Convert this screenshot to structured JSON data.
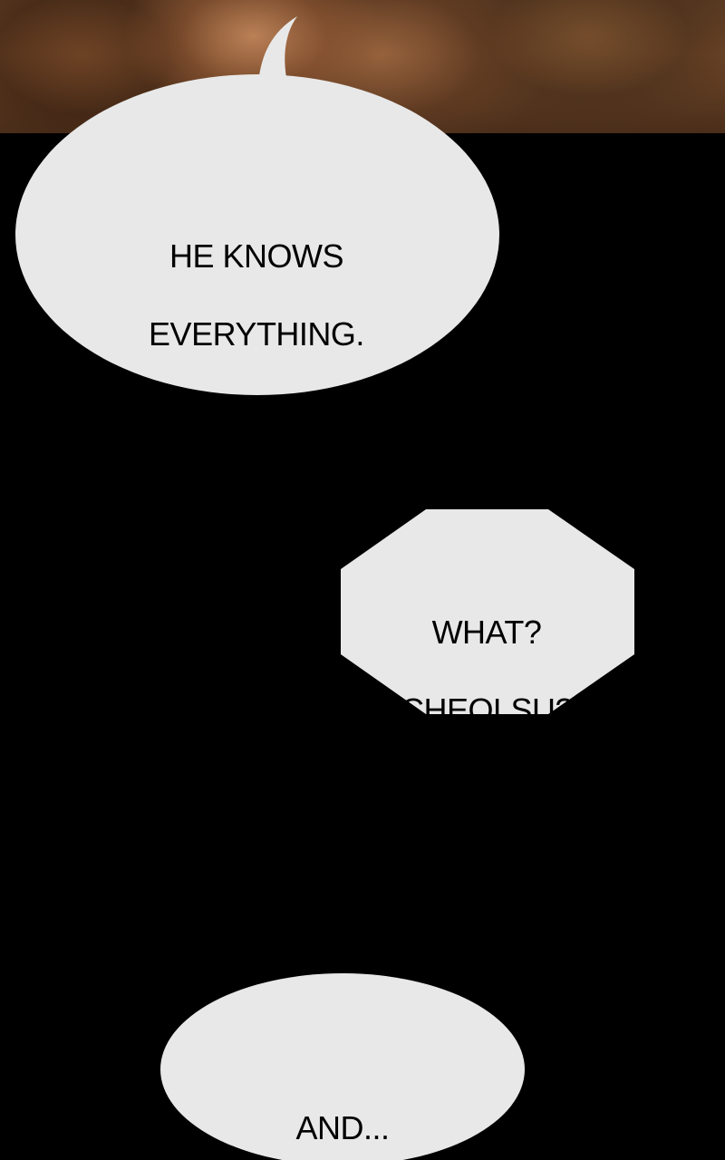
{
  "panels": {
    "top_art": {
      "description_color": "#5a3a22"
    },
    "bubble_color": "#e8e8e8",
    "background_color": "#000000"
  },
  "bubbles": [
    {
      "id": "speech-bubble-1",
      "line1": "HE KNOWS",
      "line2": "EVERYTHING."
    },
    {
      "id": "speech-bubble-2",
      "line1": "WHAT?",
      "line2": "CHEOLSU?"
    },
    {
      "id": "speech-bubble-3",
      "line1": "AND..."
    }
  ]
}
